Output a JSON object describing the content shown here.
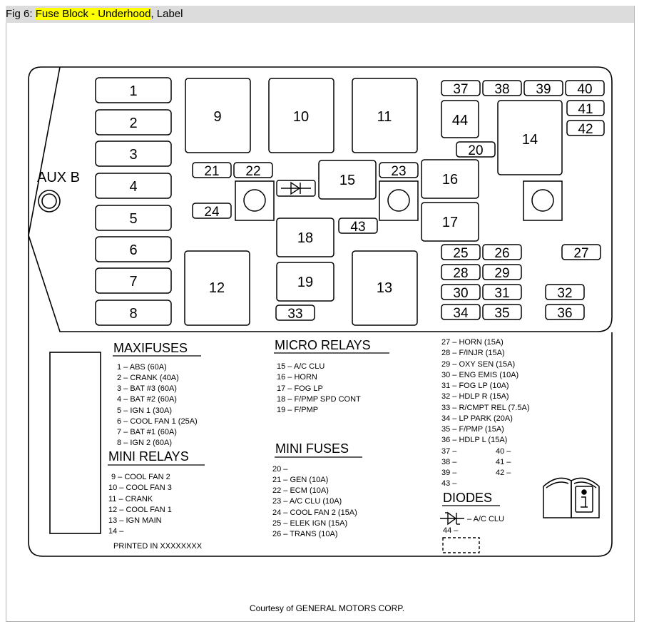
{
  "title": {
    "prefix": "Fig 6: ",
    "highlight": "Fuse Block - Underhood",
    "suffix": ", Label"
  },
  "aux_label": "AUX B",
  "slots": {
    "s1": "1",
    "s2": "2",
    "s3": "3",
    "s4": "4",
    "s5": "5",
    "s6": "6",
    "s7": "7",
    "s8": "8",
    "s9": "9",
    "s10": "10",
    "s11": "11",
    "s12": "12",
    "s13": "13",
    "s14": "14",
    "s15": "15",
    "s16": "16",
    "s17": "17",
    "s18": "18",
    "s19": "19",
    "s20": "20",
    "s21": "21",
    "s22": "22",
    "s23": "23",
    "s24": "24",
    "s25": "25",
    "s26": "26",
    "s27": "27",
    "s28": "28",
    "s29": "29",
    "s30": "30",
    "s31": "31",
    "s32": "32",
    "s33": "33",
    "s34": "34",
    "s35": "35",
    "s36": "36",
    "s37": "37",
    "s38": "38",
    "s39": "39",
    "s40": "40",
    "s41": "41",
    "s42": "42",
    "s43": "43",
    "s44": "44"
  },
  "maxifuses": {
    "heading": "MAXIFUSES",
    "items": [
      "1 – ABS (60A)",
      "2 – CRANK (40A)",
      "3 – BAT #3 (60A)",
      "4 – BAT #2 (60A)",
      "5 – IGN 1 (30A)",
      "6 – COOL FAN 1 (25A)",
      "7 – BAT #1 (60A)",
      "8 – IGN 2 (60A)"
    ]
  },
  "mini_relays": {
    "heading": "MINI RELAYS",
    "items": [
      "9 – COOL FAN 2",
      "10 – COOL FAN 3",
      "11 – CRANK",
      "12 – COOL FAN 1",
      "13 – IGN MAIN",
      "14 –"
    ]
  },
  "printed": "PRINTED IN XXXXXXXX",
  "micro_relays": {
    "heading": "MICRO RELAYS",
    "items": [
      "15 – A/C CLU",
      "16 – HORN",
      "17 – FOG LP",
      "18 – F/PMP SPD CONT",
      "19 – F/PMP"
    ]
  },
  "mini_fuses": {
    "heading": "MINI FUSES",
    "items": [
      "20 –",
      "21 – GEN (10A)",
      "22 – ECM (10A)",
      "23 – A/C CLU (10A)",
      "24 – COOL FAN 2 (15A)",
      "25 – ELEK IGN (15A)",
      "26 – TRANS (10A)"
    ]
  },
  "right_list": [
    "27 – HORN (15A)",
    "28 – F/INJR (15A)",
    "29 – OXY SEN (15A)",
    "30 – ENG EMIS (10A)",
    "31 – FOG LP (10A)",
    "32 – HDLP R (15A)",
    "33 – R/CMPT REL (7.5A)",
    "34 – LP PARK (20A)",
    "35 – F/PMP (15A)",
    "36 – HDLP L (15A)"
  ],
  "right_pairs": [
    [
      "37 –",
      "40 –"
    ],
    [
      "38 –",
      "41 –"
    ],
    [
      "39 –",
      "42 –"
    ],
    [
      "43 –",
      ""
    ]
  ],
  "diodes": {
    "heading": "DIODES",
    "item": "– A/C CLU",
    "blank": "44 –"
  },
  "courtesy": "Courtesy of GENERAL MOTORS CORP.",
  "icons": [
    "diode-icon",
    "info-manual-icon"
  ]
}
